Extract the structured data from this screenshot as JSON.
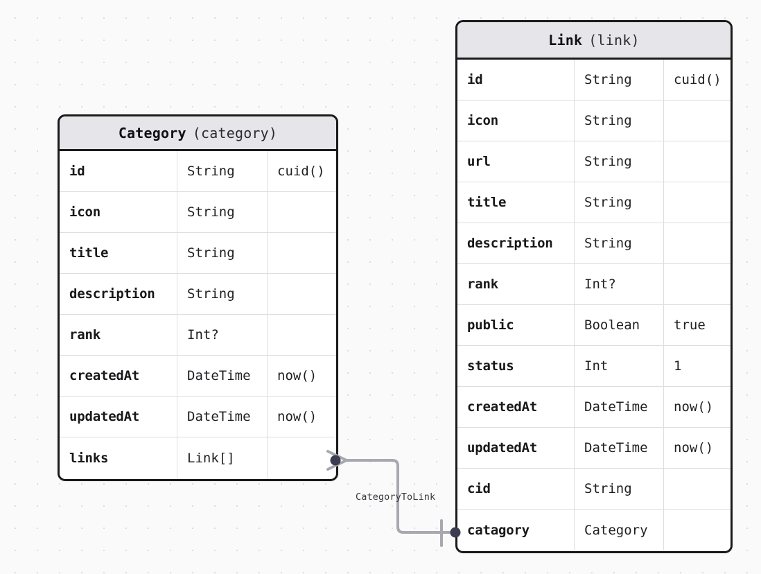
{
  "diagram": {
    "kind": "entity-relationship-diagram",
    "background_color": "#fafafa",
    "grid": "dotted"
  },
  "entities": [
    {
      "id": "category",
      "name": "Category",
      "db_name": "(category)",
      "fields": [
        {
          "name": "id",
          "type": "String",
          "default": "cuid()"
        },
        {
          "name": "icon",
          "type": "String",
          "default": ""
        },
        {
          "name": "title",
          "type": "String",
          "default": ""
        },
        {
          "name": "description",
          "type": "String",
          "default": ""
        },
        {
          "name": "rank",
          "type": "Int?",
          "default": ""
        },
        {
          "name": "createdAt",
          "type": "DateTime",
          "default": "now()"
        },
        {
          "name": "updatedAt",
          "type": "DateTime",
          "default": "now()"
        },
        {
          "name": "links",
          "type": "Link[]",
          "default": ""
        }
      ]
    },
    {
      "id": "link",
      "name": "Link",
      "db_name": "(link)",
      "fields": [
        {
          "name": "id",
          "type": "String",
          "default": "cuid()"
        },
        {
          "name": "icon",
          "type": "String",
          "default": ""
        },
        {
          "name": "url",
          "type": "String",
          "default": ""
        },
        {
          "name": "title",
          "type": "String",
          "default": ""
        },
        {
          "name": "description",
          "type": "String",
          "default": ""
        },
        {
          "name": "rank",
          "type": "Int?",
          "default": ""
        },
        {
          "name": "public",
          "type": "Boolean",
          "default": "true"
        },
        {
          "name": "status",
          "type": "Int",
          "default": "1"
        },
        {
          "name": "createdAt",
          "type": "DateTime",
          "default": "now()"
        },
        {
          "name": "updatedAt",
          "type": "DateTime",
          "default": "now()"
        },
        {
          "name": "cid",
          "type": "String",
          "default": ""
        },
        {
          "name": "catagory",
          "type": "Category",
          "default": ""
        }
      ]
    }
  ],
  "relations": [
    {
      "id": "categorytolink",
      "label": "CategoryToLink",
      "from_entity": "Category",
      "from_field": "links",
      "to_entity": "Link",
      "to_field": "catagory",
      "from_cardinality": "many",
      "to_cardinality": "one",
      "line_color": "#a8a8b0",
      "endpoint_color": "#3d3d52"
    }
  ]
}
